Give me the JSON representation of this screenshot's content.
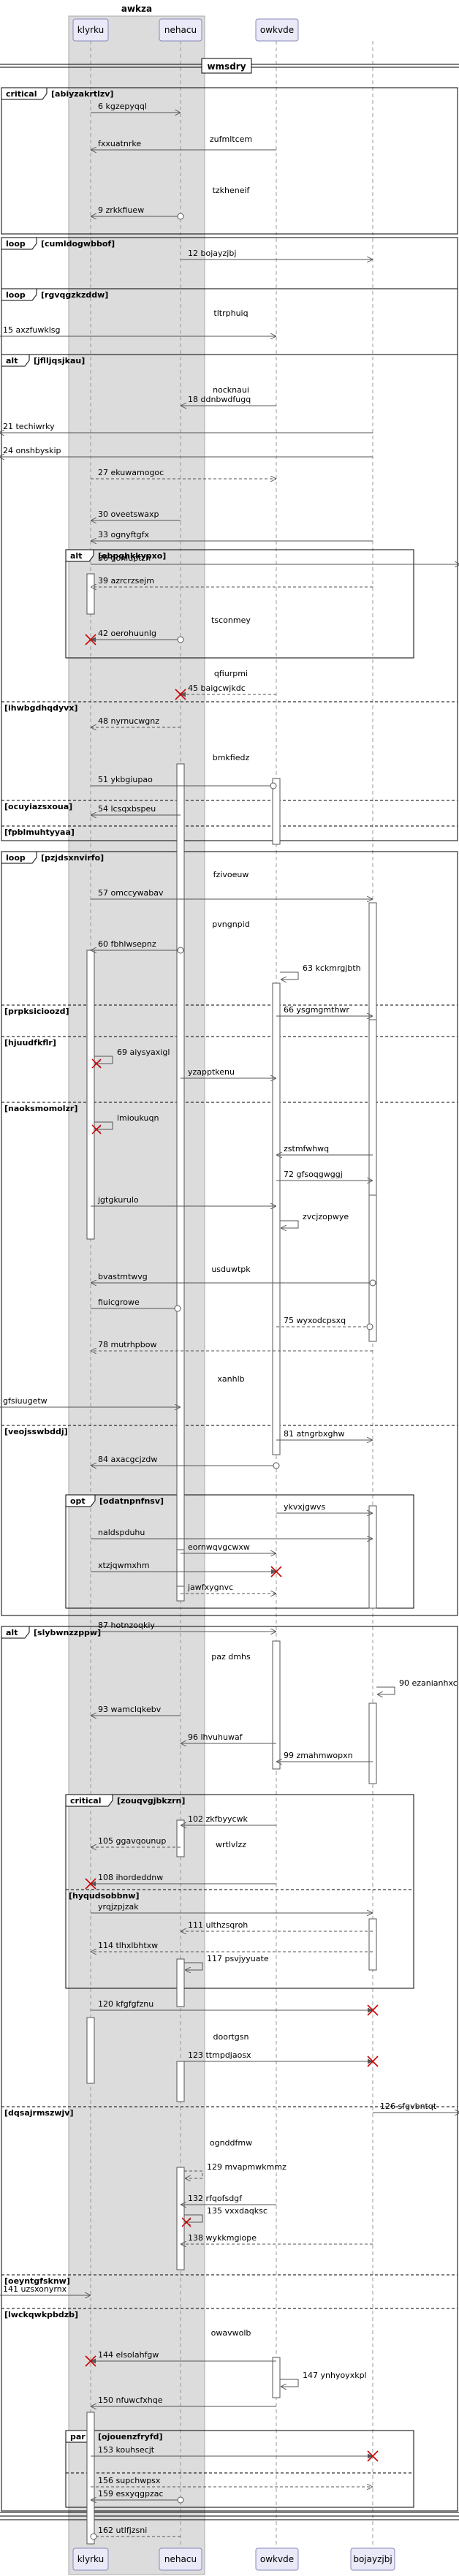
{
  "diagram": {
    "title": "awkza",
    "group_box_title": "wmsdry",
    "participants": [
      {
        "id": "p1",
        "label": "klyrku"
      },
      {
        "id": "p2",
        "label": "nehacu"
      },
      {
        "id": "p3",
        "label": "owkvde"
      },
      {
        "id": "p4",
        "label": "bojayzjbj"
      }
    ],
    "fragment_labels": {
      "f1": "critical",
      "f1g": "[abiyzakrtlzv]",
      "f2": "loop",
      "f2g": "[cumldogwbbof]",
      "f3": "loop",
      "f3g": "[rgvqgzkzddw]",
      "f4": "alt",
      "f4g": "[jflljqsjkau]",
      "f4e1": "[ihwbgdhqdyvx]",
      "f4e2": "[ocuyiazsxoua]",
      "f4e3": "[fpblmuhtyyaa]",
      "f5": "alt",
      "f5g": "[ebpqhkkypxo]",
      "f6": "loop",
      "f6g": "[pzjdsxnvirfo]",
      "f6e1": "[prpksicioozd]",
      "f6e2": "[hjuudfkflr]",
      "f6e3": "[naoksmomolzr]",
      "f6e4": "[veojsswbddj]",
      "f7": "opt",
      "f7g": "[odatnpnfnsv]",
      "f8": "alt",
      "f8g": "[slybwnzzppw]",
      "f8e1": "[dqsajrmszwjv]",
      "f8e2": "[oeyntgfsknw]",
      "f8e3": "[lwckqwkpbdzb]",
      "f9": "critical",
      "f9g": "[zouqvgjbkzrn]",
      "f10g": "[hyqudsobbnw]",
      "f11": "par",
      "f11g": "[ojouenzfryfd]"
    },
    "dividers": [
      "zufmltcem",
      "tzkheneif",
      "tltrphuiq",
      "nocknaui",
      "tsconmey",
      "qfiurpmi",
      "bmkfiedz",
      "fzivoeuw",
      "pvngnpid",
      "usduwtpk",
      "xanhlb",
      "paz dmhs",
      "wrtlvlzz",
      "doortgsn",
      "ognddfmw",
      "owavwolb"
    ],
    "messages": [
      {
        "n": "6",
        "text": "kgzepyqql"
      },
      {
        "n": "",
        "text": "fxxuatnrke"
      },
      {
        "n": "9",
        "text": "zrkkfiuew"
      },
      {
        "n": "12",
        "text": "bojayzjbj"
      },
      {
        "n": "15",
        "text": "axzfuwklsg"
      },
      {
        "n": "18",
        "text": "ddnbwdfugq"
      },
      {
        "n": "21",
        "text": "techiwrky"
      },
      {
        "n": "24",
        "text": "onshbyskip"
      },
      {
        "n": "27",
        "text": "ekuwamogoc"
      },
      {
        "n": "30",
        "text": "oveetswaxp"
      },
      {
        "n": "33",
        "text": "ognyftgfx"
      },
      {
        "n": "36",
        "text": "gonluptzh"
      },
      {
        "n": "39",
        "text": "azrcrzsejm"
      },
      {
        "n": "42",
        "text": "oerohuunlg"
      },
      {
        "n": "45",
        "text": "baigcwjkdc"
      },
      {
        "n": "48",
        "text": "nyrnucwgnz"
      },
      {
        "n": "51",
        "text": "ykbgiupao"
      },
      {
        "n": "54",
        "text": "lcsqxbspeu"
      },
      {
        "n": "57",
        "text": "omccywabav"
      },
      {
        "n": "60",
        "text": "fbhlwsepnz"
      },
      {
        "n": "63",
        "text": "kckmrgjbth"
      },
      {
        "n": "66",
        "text": "ysgmgmthwr"
      },
      {
        "n": "69",
        "text": "aiysyaxigl"
      },
      {
        "n": "",
        "text": "yzapptkenu"
      },
      {
        "n": "",
        "text": "lmioukuqn"
      },
      {
        "n": "",
        "text": "zstmfwhwq"
      },
      {
        "n": "72",
        "text": "gfsoqgwggj"
      },
      {
        "n": "",
        "text": "jgtgkurulo"
      },
      {
        "n": "",
        "text": "zvcjzopwye"
      },
      {
        "n": "",
        "text": "bvastmtwvg"
      },
      {
        "n": "",
        "text": "fiuicgrowe"
      },
      {
        "n": "75",
        "text": "wyxodcpsxq"
      },
      {
        "n": "78",
        "text": "mutrhpbow"
      },
      {
        "n": "",
        "text": "gfsiuugetw"
      },
      {
        "n": "81",
        "text": "atngrbxghw"
      },
      {
        "n": "84",
        "text": "axacgcjzdw"
      },
      {
        "n": "",
        "text": "ykvxjgwvs"
      },
      {
        "n": "",
        "text": "naldspduhu"
      },
      {
        "n": "",
        "text": "eornwqvgcwxw"
      },
      {
        "n": "",
        "text": "xtzjqwmxhm"
      },
      {
        "n": "",
        "text": "jawfxygnvc"
      },
      {
        "n": "87",
        "text": "hotnzoqkiy"
      },
      {
        "n": "90",
        "text": "ezanianhxc"
      },
      {
        "n": "93",
        "text": "wamclqkebv"
      },
      {
        "n": "96",
        "text": "lhvuhuwaf"
      },
      {
        "n": "99",
        "text": "zmahmwopxn"
      },
      {
        "n": "102",
        "text": "zkfbyycwk"
      },
      {
        "n": "105",
        "text": "ggavqounup"
      },
      {
        "n": "108",
        "text": "ihordeddnw"
      },
      {
        "n": "",
        "text": "yrqjzpjzak"
      },
      {
        "n": "111",
        "text": "ulthzsqroh"
      },
      {
        "n": "114",
        "text": "tlhxlbhtxw"
      },
      {
        "n": "117",
        "text": "psvjyyuate"
      },
      {
        "n": "120",
        "text": "kfgfgfznu"
      },
      {
        "n": "123",
        "text": "ttmpdjaosx"
      },
      {
        "n": "126",
        "text": "sfgvbntqt"
      },
      {
        "n": "129",
        "text": "mvapmwkmmz"
      },
      {
        "n": "132",
        "text": "rfqofsdgf"
      },
      {
        "n": "135",
        "text": "vxxdaqksc"
      },
      {
        "n": "138",
        "text": "wykkmgiope"
      },
      {
        "n": "141",
        "text": "uzsxonyrnx"
      },
      {
        "n": "144",
        "text": "elsolahfgw"
      },
      {
        "n": "147",
        "text": "ynhyoyxkpl"
      },
      {
        "n": "150",
        "text": "nfuwcfxhqe"
      },
      {
        "n": "153",
        "text": "kouhsecjt"
      },
      {
        "n": "156",
        "text": "supchwpsx"
      },
      {
        "n": "159",
        "text": "esxyqgpzac"
      },
      {
        "n": "162",
        "text": "utlfjzsni"
      }
    ]
  }
}
